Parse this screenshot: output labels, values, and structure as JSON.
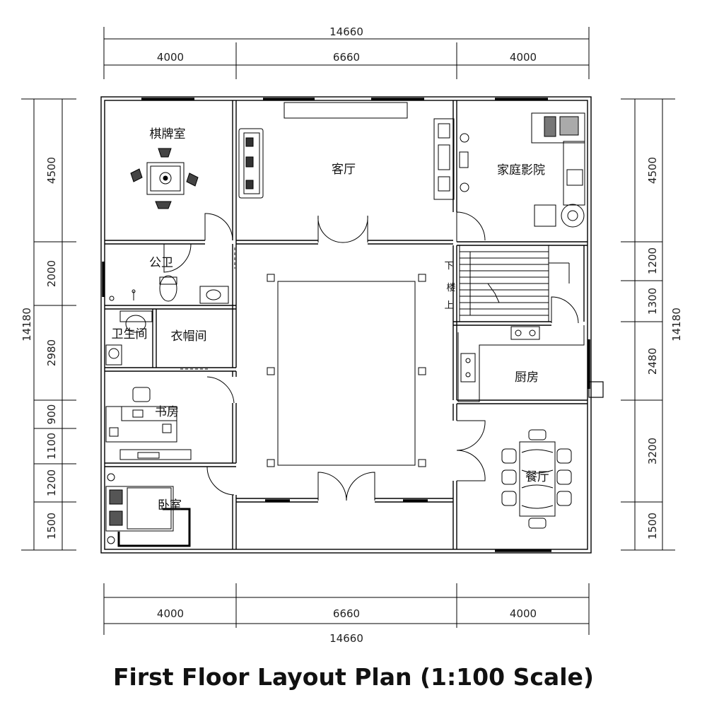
{
  "title": "First Floor Layout Plan (1:100 Scale)",
  "dimensions": {
    "top_total": "14660",
    "top_segments": [
      "4000",
      "6660",
      "4000"
    ],
    "bottom_total": "14660",
    "bottom_segments": [
      "4000",
      "6660",
      "4000"
    ],
    "left_total": "14180",
    "left_segments": [
      "4500",
      "2000",
      "2980",
      "900",
      "1100",
      "1200",
      "1500"
    ],
    "right_total": "14180",
    "right_segments": [
      "4500",
      "1200",
      "1300",
      "2480",
      "3200",
      "1500"
    ]
  },
  "rooms": {
    "chess_room": "棋牌室",
    "living_room": "客厅",
    "home_theater": "家庭影院",
    "public_wc": "公卫",
    "bathroom": "卫生间",
    "cloakroom": "衣帽间",
    "study": "书房",
    "bedroom": "卧室",
    "kitchen": "厨房",
    "dining_room": "餐厅"
  },
  "stairs": {
    "down": "下",
    "up_label": "上",
    "building": "楼"
  }
}
